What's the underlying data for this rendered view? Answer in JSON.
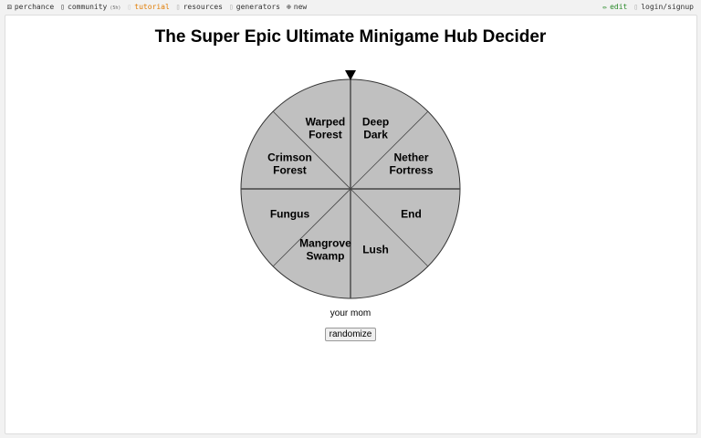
{
  "nav": {
    "left": [
      {
        "icon": "dice-icon",
        "label": "perchance"
      },
      {
        "icon": "chat-icon",
        "label": "community",
        "badge": "(5h)"
      },
      {
        "icon": "book-icon",
        "label": "tutorial"
      },
      {
        "icon": "folder-icon",
        "label": "resources"
      },
      {
        "icon": "gear-icon",
        "label": "generators"
      },
      {
        "icon": "plus-circle-icon",
        "label": "new"
      }
    ],
    "right": [
      {
        "icon": "pencil-icon",
        "label": "edit"
      },
      {
        "icon": "user-icon",
        "label": "login/signup"
      }
    ],
    "colors": {
      "tutorial": "#e07b00",
      "edit": "#2a8a2a"
    }
  },
  "page": {
    "title": "The Super Epic Ultimate Minigame Hub Decider",
    "result": "your mom",
    "button": "randomize"
  },
  "wheel": {
    "fill": "#c0c0c0",
    "segments": [
      "Deep Dark",
      "Nether Fortress",
      "End",
      "Lush",
      "Mangrove Swamp",
      "Fungus",
      "Crimson Forest",
      "Warped Forest"
    ]
  }
}
